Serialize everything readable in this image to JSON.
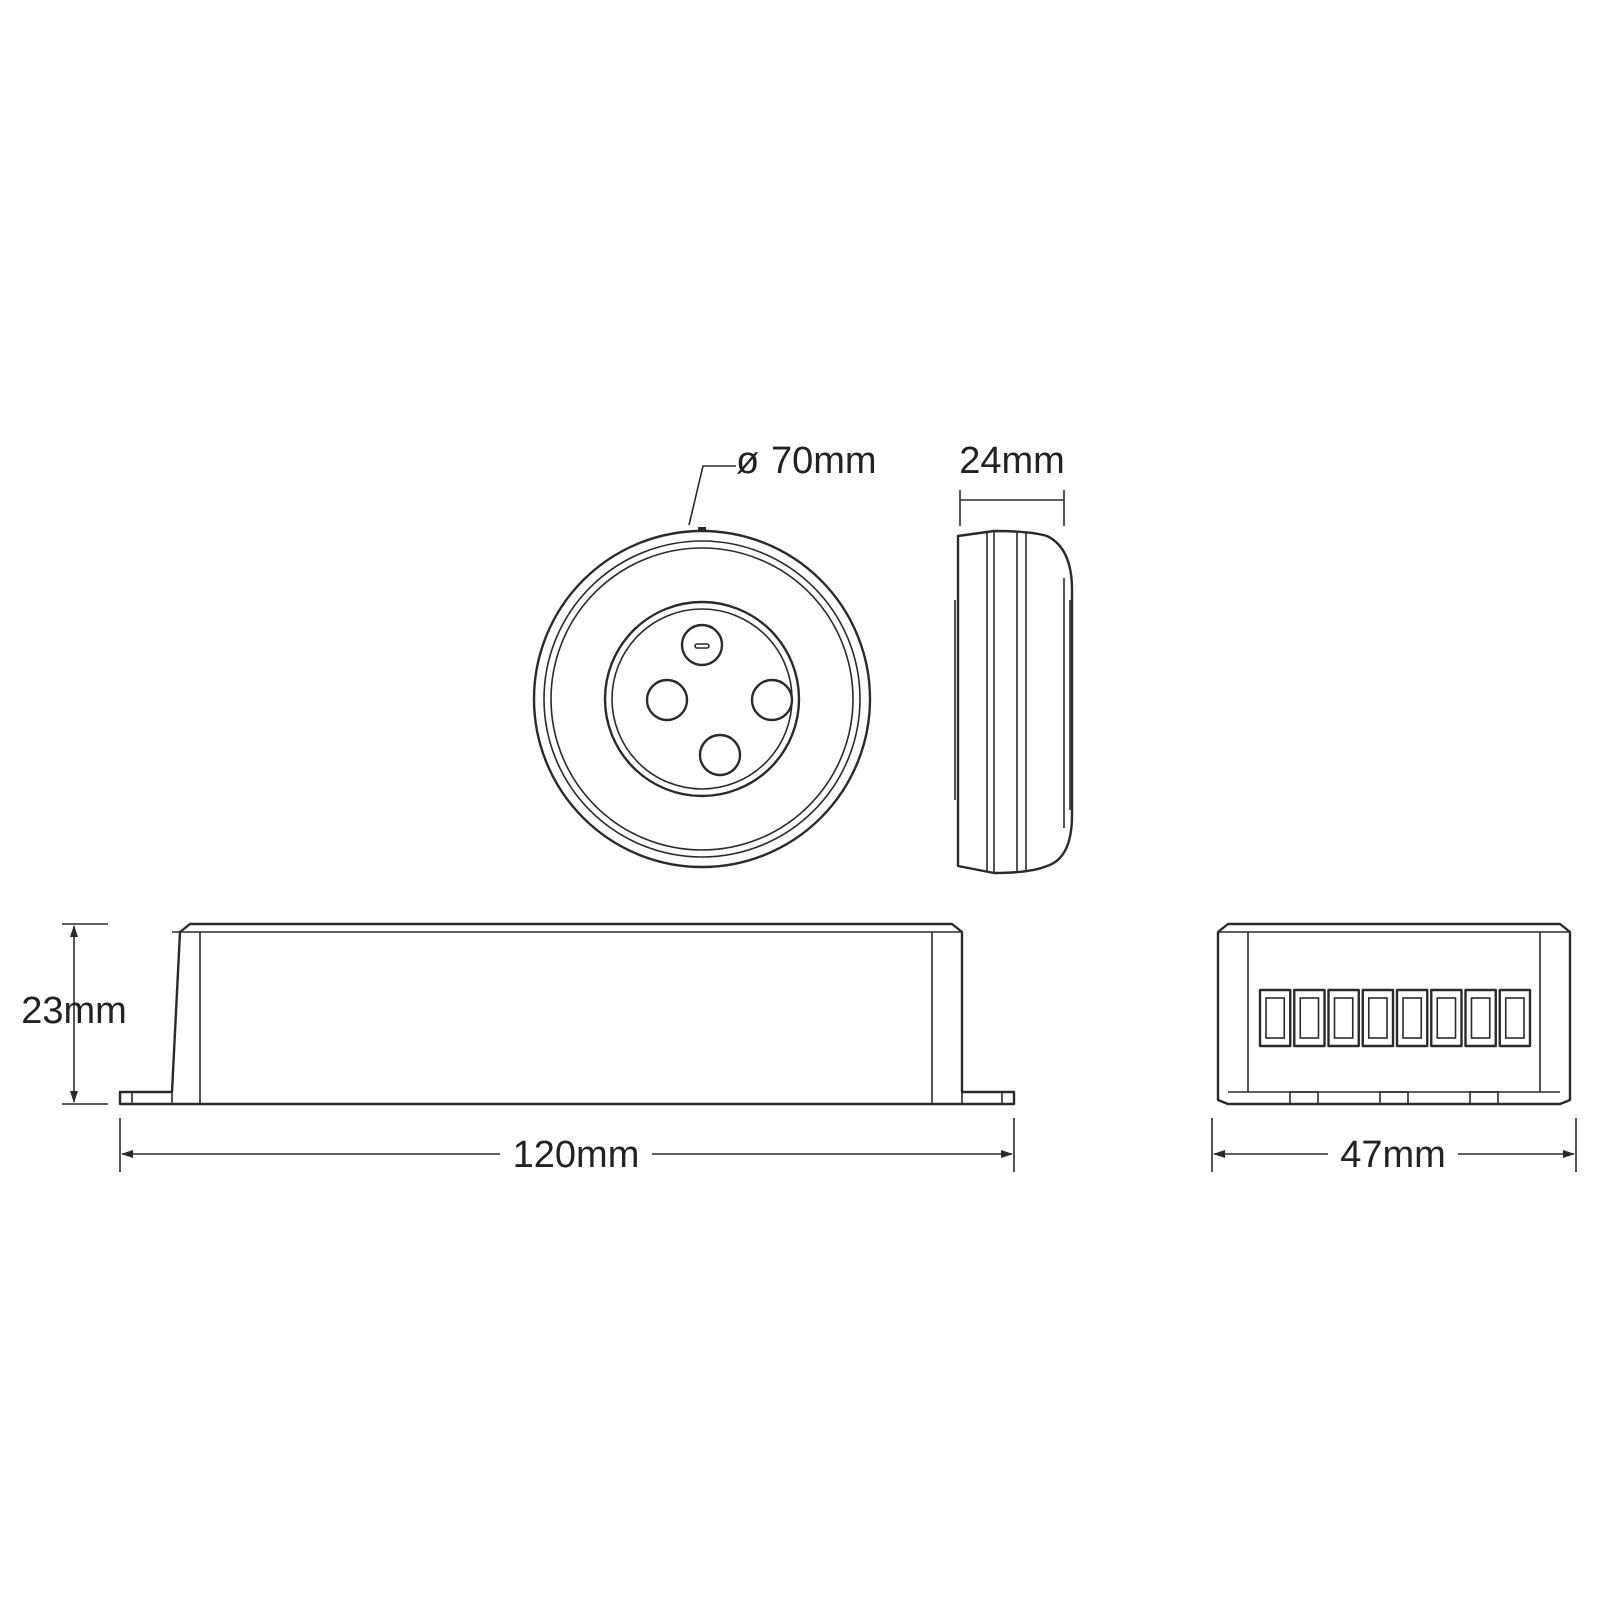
{
  "dimensions": {
    "remote_diameter": "70mm",
    "remote_thickness": "24mm",
    "controller_height": "23mm",
    "controller_length": "120mm",
    "controller_width": "47mm"
  },
  "diameter_symbol": "ø",
  "terminal_count": 8,
  "remote_button_count": 4,
  "colors": {
    "line": "#2a2a2a",
    "background": "#ffffff"
  }
}
